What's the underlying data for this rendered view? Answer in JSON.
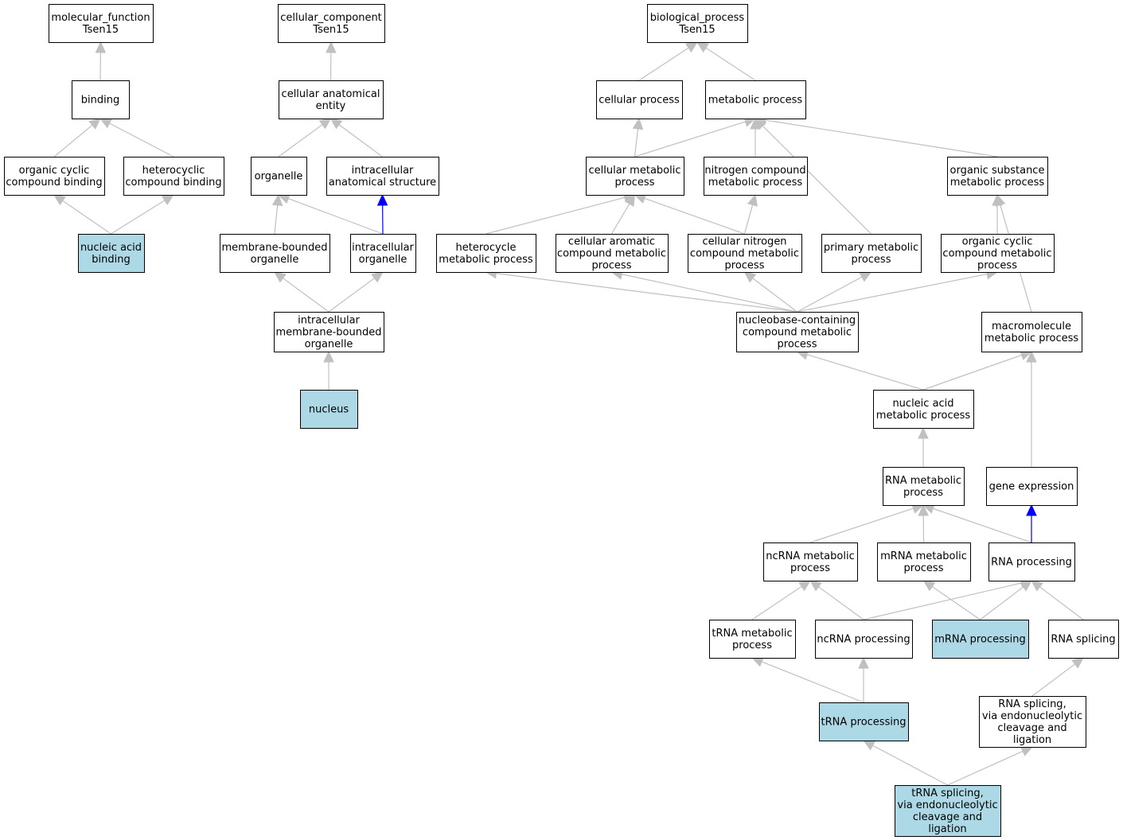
{
  "colors": {
    "highlight_fill": "#add8e6",
    "default_fill": "#ffffff",
    "edge_gray": "#c0c0c0",
    "edge_blue": "#0000ff"
  },
  "nodes": {
    "mf": {
      "lines": [
        "molecular_function",
        "Tsen15"
      ],
      "highlight": false
    },
    "binding": {
      "lines": [
        "binding"
      ],
      "highlight": false
    },
    "ocb": {
      "lines": [
        "organic cyclic",
        "compound binding"
      ],
      "highlight": false
    },
    "hcb": {
      "lines": [
        "heterocyclic",
        "compound binding"
      ],
      "highlight": false
    },
    "nab": {
      "lines": [
        "nucleic acid",
        "binding"
      ],
      "highlight": true
    },
    "cc": {
      "lines": [
        "cellular_component",
        "Tsen15"
      ],
      "highlight": false
    },
    "cae": {
      "lines": [
        "cellular anatomical",
        "entity"
      ],
      "highlight": false
    },
    "organelle": {
      "lines": [
        "organelle"
      ],
      "highlight": false
    },
    "ias": {
      "lines": [
        "intracellular",
        "anatomical structure"
      ],
      "highlight": false
    },
    "mbo": {
      "lines": [
        "membrane-bounded",
        "organelle"
      ],
      "highlight": false
    },
    "io": {
      "lines": [
        "intracellular",
        "organelle"
      ],
      "highlight": false
    },
    "imbo": {
      "lines": [
        "intracellular",
        "membrane-bounded",
        "organelle"
      ],
      "highlight": false
    },
    "nucleus": {
      "lines": [
        "nucleus"
      ],
      "highlight": true
    },
    "bp": {
      "lines": [
        "biological_process",
        "Tsen15"
      ],
      "highlight": false
    },
    "cp": {
      "lines": [
        "cellular process"
      ],
      "highlight": false
    },
    "mp": {
      "lines": [
        "metabolic process"
      ],
      "highlight": false
    },
    "cmp": {
      "lines": [
        "cellular metabolic",
        "process"
      ],
      "highlight": false
    },
    "ncmp": {
      "lines": [
        "nitrogen compound",
        "metabolic process"
      ],
      "highlight": false
    },
    "osmp": {
      "lines": [
        "organic substance",
        "metabolic process"
      ],
      "highlight": false
    },
    "hmp": {
      "lines": [
        "heterocycle",
        "metabolic process"
      ],
      "highlight": false
    },
    "cacmp": {
      "lines": [
        "cellular aromatic",
        "compound metabolic",
        "process"
      ],
      "highlight": false
    },
    "cncmp": {
      "lines": [
        "cellular nitrogen",
        "compound metabolic",
        "process"
      ],
      "highlight": false
    },
    "pmp": {
      "lines": [
        "primary metabolic",
        "process"
      ],
      "highlight": false
    },
    "occmp": {
      "lines": [
        "organic cyclic",
        "compound metabolic",
        "process"
      ],
      "highlight": false
    },
    "nbccmp": {
      "lines": [
        "nucleobase-containing",
        "compound metabolic",
        "process"
      ],
      "highlight": false
    },
    "mmp": {
      "lines": [
        "macromolecule",
        "metabolic process"
      ],
      "highlight": false
    },
    "namp": {
      "lines": [
        "nucleic acid",
        "metabolic process"
      ],
      "highlight": false
    },
    "rnamp": {
      "lines": [
        "RNA metabolic",
        "process"
      ],
      "highlight": false
    },
    "ge": {
      "lines": [
        "gene expression"
      ],
      "highlight": false
    },
    "ncrnamp": {
      "lines": [
        "ncRNA metabolic",
        "process"
      ],
      "highlight": false
    },
    "mrnamp": {
      "lines": [
        "mRNA metabolic",
        "process"
      ],
      "highlight": false
    },
    "rnap": {
      "lines": [
        "RNA processing"
      ],
      "highlight": false
    },
    "trnamp": {
      "lines": [
        "tRNA metabolic",
        "process"
      ],
      "highlight": false
    },
    "ncrnap": {
      "lines": [
        "ncRNA processing"
      ],
      "highlight": false
    },
    "mrnap": {
      "lines": [
        "mRNA processing"
      ],
      "highlight": true
    },
    "rnas": {
      "lines": [
        "RNA splicing"
      ],
      "highlight": false
    },
    "trnap": {
      "lines": [
        "tRNA processing"
      ],
      "highlight": true
    },
    "rnasen": {
      "lines": [
        "RNA splicing,",
        "via endonucleolytic",
        "cleavage and",
        "ligation"
      ],
      "highlight": false
    },
    "trnasen": {
      "lines": [
        "tRNA splicing,",
        "via endonucleolytic",
        "cleavage and",
        "ligation"
      ],
      "highlight": true
    }
  },
  "edges": [
    {
      "from": "binding",
      "to": "mf",
      "kind": "is_a"
    },
    {
      "from": "ocb",
      "to": "binding",
      "kind": "is_a"
    },
    {
      "from": "hcb",
      "to": "binding",
      "kind": "is_a"
    },
    {
      "from": "nab",
      "to": "ocb",
      "kind": "is_a"
    },
    {
      "from": "nab",
      "to": "hcb",
      "kind": "is_a"
    },
    {
      "from": "cae",
      "to": "cc",
      "kind": "is_a"
    },
    {
      "from": "organelle",
      "to": "cae",
      "kind": "is_a"
    },
    {
      "from": "ias",
      "to": "cae",
      "kind": "is_a"
    },
    {
      "from": "mbo",
      "to": "organelle",
      "kind": "is_a"
    },
    {
      "from": "io",
      "to": "organelle",
      "kind": "is_a"
    },
    {
      "from": "io",
      "to": "ias",
      "kind": "part_of"
    },
    {
      "from": "imbo",
      "to": "mbo",
      "kind": "is_a"
    },
    {
      "from": "imbo",
      "to": "io",
      "kind": "is_a"
    },
    {
      "from": "nucleus",
      "to": "imbo",
      "kind": "is_a"
    },
    {
      "from": "cp",
      "to": "bp",
      "kind": "is_a"
    },
    {
      "from": "mp",
      "to": "bp",
      "kind": "is_a"
    },
    {
      "from": "cmp",
      "to": "cp",
      "kind": "is_a"
    },
    {
      "from": "cmp",
      "to": "mp",
      "kind": "is_a"
    },
    {
      "from": "ncmp",
      "to": "mp",
      "kind": "is_a"
    },
    {
      "from": "osmp",
      "to": "mp",
      "kind": "is_a"
    },
    {
      "from": "pmp",
      "to": "mp",
      "kind": "is_a"
    },
    {
      "from": "hmp",
      "to": "cmp",
      "kind": "is_a"
    },
    {
      "from": "cacmp",
      "to": "cmp",
      "kind": "is_a"
    },
    {
      "from": "cncmp",
      "to": "cmp",
      "kind": "is_a"
    },
    {
      "from": "cncmp",
      "to": "ncmp",
      "kind": "is_a"
    },
    {
      "from": "occmp",
      "to": "osmp",
      "kind": "is_a"
    },
    {
      "from": "mmp",
      "to": "osmp",
      "kind": "is_a"
    },
    {
      "from": "nbccmp",
      "to": "hmp",
      "kind": "is_a"
    },
    {
      "from": "nbccmp",
      "to": "cacmp",
      "kind": "is_a"
    },
    {
      "from": "nbccmp",
      "to": "cncmp",
      "kind": "is_a"
    },
    {
      "from": "nbccmp",
      "to": "pmp",
      "kind": "is_a"
    },
    {
      "from": "nbccmp",
      "to": "occmp",
      "kind": "is_a"
    },
    {
      "from": "namp",
      "to": "nbccmp",
      "kind": "is_a"
    },
    {
      "from": "namp",
      "to": "mmp",
      "kind": "is_a"
    },
    {
      "from": "rnamp",
      "to": "namp",
      "kind": "is_a"
    },
    {
      "from": "ge",
      "to": "mmp",
      "kind": "is_a"
    },
    {
      "from": "ncrnamp",
      "to": "rnamp",
      "kind": "is_a"
    },
    {
      "from": "mrnamp",
      "to": "rnamp",
      "kind": "is_a"
    },
    {
      "from": "rnap",
      "to": "rnamp",
      "kind": "is_a"
    },
    {
      "from": "rnap",
      "to": "ge",
      "kind": "part_of"
    },
    {
      "from": "trnamp",
      "to": "ncrnamp",
      "kind": "is_a"
    },
    {
      "from": "ncrnap",
      "to": "ncrnamp",
      "kind": "is_a"
    },
    {
      "from": "ncrnap",
      "to": "rnap",
      "kind": "is_a"
    },
    {
      "from": "mrnap",
      "to": "mrnamp",
      "kind": "is_a"
    },
    {
      "from": "mrnap",
      "to": "rnap",
      "kind": "is_a"
    },
    {
      "from": "rnas",
      "to": "rnap",
      "kind": "is_a"
    },
    {
      "from": "trnap",
      "to": "trnamp",
      "kind": "is_a"
    },
    {
      "from": "trnap",
      "to": "ncrnap",
      "kind": "is_a"
    },
    {
      "from": "rnasen",
      "to": "rnas",
      "kind": "is_a"
    },
    {
      "from": "trnasen",
      "to": "trnap",
      "kind": "is_a"
    },
    {
      "from": "trnasen",
      "to": "rnasen",
      "kind": "is_a"
    }
  ]
}
